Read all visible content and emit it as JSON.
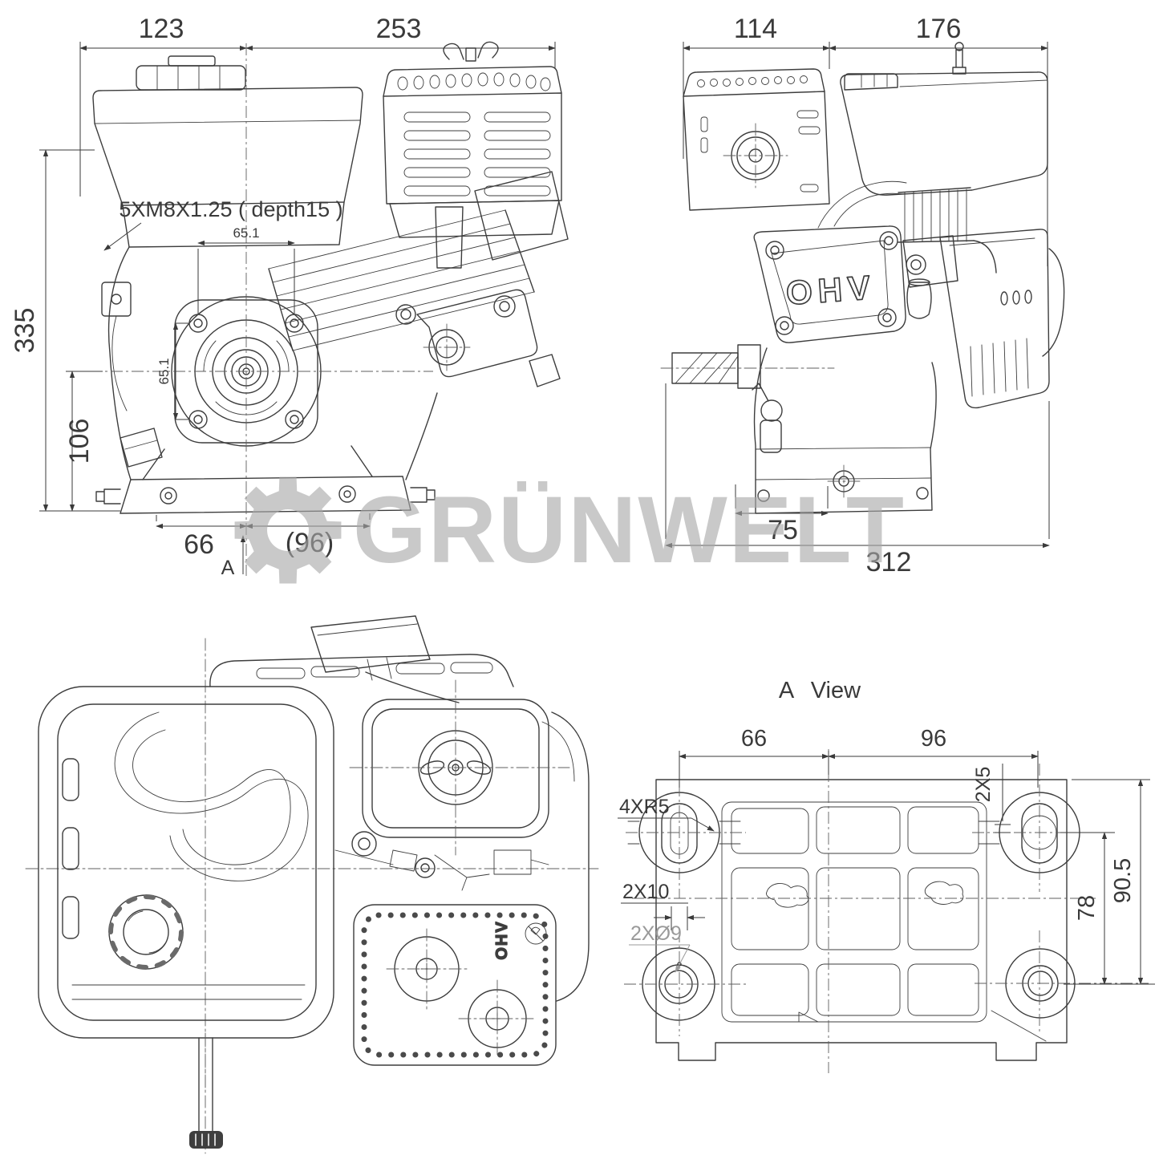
{
  "watermark": {
    "text": "GRÜNWELT"
  },
  "front_view": {
    "thread_note": "5XM8X1.25 ( depth15 )",
    "dim_tank_width": "123",
    "dim_top_right": "253",
    "dim_height_total": "335",
    "dim_shaft_height": "106",
    "dim_bolt_spacing_h": "65.1",
    "dim_bolt_spacing_v": "65.1",
    "dim_foot_left": "66",
    "dim_foot_right": "(96)",
    "section_arrow_label": "A"
  },
  "side_view": {
    "dim_top_left": "114",
    "dim_top_right": "176",
    "dim_bottom_inner": "75",
    "dim_bottom_total": "312",
    "valve_cover_label": "OHV"
  },
  "top_view": {
    "recoil_label": "OHV"
  },
  "a_view": {
    "title": "A View",
    "dim_left": "66",
    "dim_right": "96",
    "note_slot_depth": "2X5",
    "note_corner_radius": "4XR5",
    "note_slot_width": "2X10",
    "note_holes": "2XØ9",
    "dim_holes_vertical": "78",
    "dim_plate_height": "90.5"
  },
  "colors": {
    "line": "#3d3d3d",
    "centerline": "#5f5f5f",
    "dim_text": "#3a3a3a",
    "muted_label": "#9a9a9a",
    "watermark": "#a8a8a8",
    "background": "#ffffff"
  }
}
